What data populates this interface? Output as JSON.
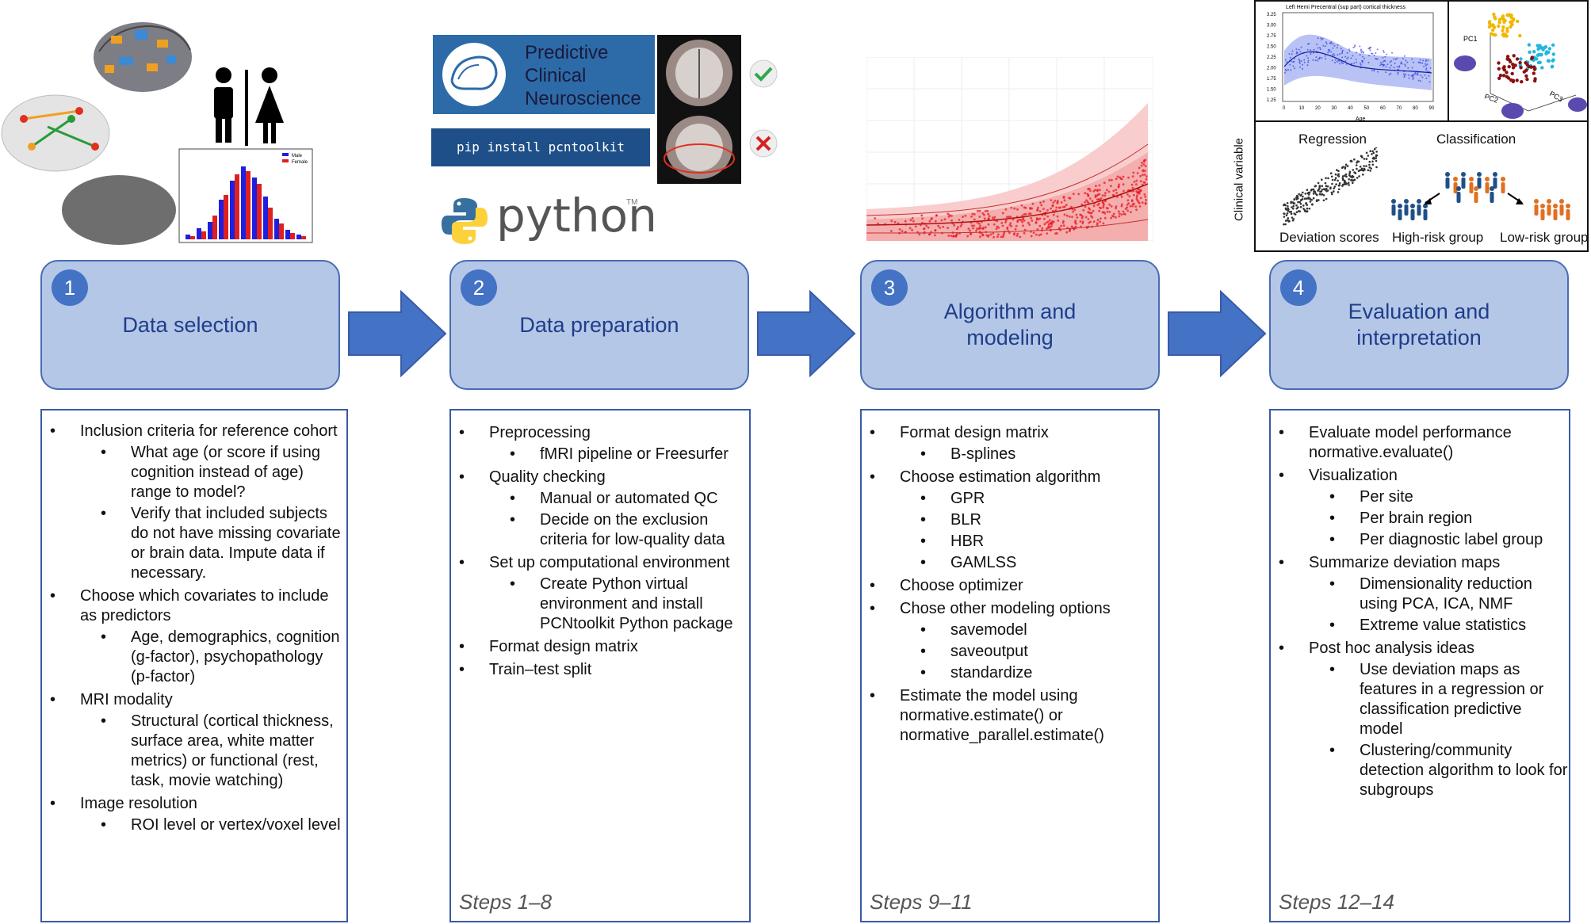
{
  "stages": [
    {
      "number": "1",
      "title": "Data selection"
    },
    {
      "number": "2",
      "title": "Data preparation"
    },
    {
      "number": "3",
      "title": "Algorithm and modeling"
    },
    {
      "number": "4",
      "title": "Evaluation and interpretation"
    }
  ],
  "panel1": {
    "items": [
      {
        "level": 1,
        "text": "Inclusion criteria for reference cohort"
      },
      {
        "level": 2,
        "text": "What age (or score if using cognition instead of age) range to model?"
      },
      {
        "level": 2,
        "text": "Verify that included subjects do not have missing covariate or brain data. Impute data if necessary."
      },
      {
        "level": 1,
        "text": "Choose which covariates to include as predictors"
      },
      {
        "level": 2,
        "text": "Age, demographics, cognition (g-factor), psychopathology (p-factor)"
      },
      {
        "level": 1,
        "text": "MRI modality"
      },
      {
        "level": 2,
        "text": "Structural (cortical thickness, surface area, white matter metrics) or functional (rest, task, movie watching)"
      },
      {
        "level": 1,
        "text": "Image resolution"
      },
      {
        "level": 2,
        "text": "ROI level or vertex/voxel level"
      }
    ]
  },
  "panel2": {
    "items": [
      {
        "level": 1,
        "text": "Preprocessing"
      },
      {
        "level": 2,
        "text": "fMRI pipeline or Freesurfer"
      },
      {
        "level": 1,
        "text": "Quality checking"
      },
      {
        "level": 2,
        "text": "Manual or automated QC"
      },
      {
        "level": 2,
        "text": "Decide on the exclusion criteria for low-quality data"
      },
      {
        "level": 1,
        "text": "Set up computational environment"
      },
      {
        "level": 2,
        "text": "Create Python virtual environment and install PCNtoolkit Python package"
      },
      {
        "level": 1,
        "text": "Format design matrix"
      },
      {
        "level": 1,
        "text": "Train–test split"
      }
    ],
    "steps": "Steps 1–8"
  },
  "panel3": {
    "items": [
      {
        "level": 1,
        "text": "Format design matrix"
      },
      {
        "level": 2,
        "text": "B-splines"
      },
      {
        "level": 1,
        "text": "Choose estimation algorithm"
      },
      {
        "level": 2,
        "text": "GPR"
      },
      {
        "level": 2,
        "text": "BLR"
      },
      {
        "level": 2,
        "text": "HBR"
      },
      {
        "level": 2,
        "text": "GAMLSS"
      },
      {
        "level": 1,
        "text": "Choose optimizer"
      },
      {
        "level": 1,
        "text": "Chose other modeling options"
      },
      {
        "level": 2,
        "text": "savemodel"
      },
      {
        "level": 2,
        "text": "saveoutput"
      },
      {
        "level": 2,
        "text": "standardize"
      },
      {
        "level": 1,
        "text": "Estimate the model using normative.estimate() or normative_parallel.estimate()"
      }
    ],
    "steps": "Steps 9–11"
  },
  "panel4": {
    "items": [
      {
        "level": 1,
        "text": "Evaluate model performance normative.evaluate()"
      },
      {
        "level": 1,
        "text": "Visualization"
      },
      {
        "level": 2,
        "text": "Per site"
      },
      {
        "level": 2,
        "text": "Per brain region"
      },
      {
        "level": 2,
        "text": "Per diagnostic label group"
      },
      {
        "level": 1,
        "text": "Summarize deviation maps"
      },
      {
        "level": 2,
        "text": "Dimensionality reduction using PCA, ICA, NMF"
      },
      {
        "level": 2,
        "text": "Extreme value statistics"
      },
      {
        "level": 1,
        "text": "Post hoc analysis ideas"
      },
      {
        "level": 2,
        "text": "Use deviation maps as features in a regression or classification predictive model"
      },
      {
        "level": 2,
        "text": "Clustering/community detection algorithm to look for subgroups"
      }
    ],
    "steps": "Steps 12–14"
  },
  "pcn": {
    "line1": "Predictive",
    "line2": "Clinical",
    "line3": "Neuroscience",
    "pip": "pip install pcntoolkit",
    "python": "python",
    "tm": "TM"
  },
  "histogram_legend": {
    "male": "Male",
    "female": "Female"
  },
  "thickness_plot": {
    "title": "Left Hemi Precentral (sup part) cortical thickness",
    "xlabel": "Age",
    "yticks": [
      "3.25",
      "3.00",
      "2.75",
      "2.50",
      "2.25",
      "2.00",
      "1.75",
      "1.50",
      "1.25"
    ],
    "xticks": [
      "0",
      "10",
      "20",
      "30",
      "40",
      "50",
      "60",
      "70",
      "80",
      "90"
    ]
  },
  "pca_plot": {
    "pc1": "PC1",
    "pc2": "PC2",
    "pc3": "PC3"
  },
  "clinical": {
    "ylabel": "Clinical variable",
    "regression": "Regression",
    "classification": "Classification",
    "deviation": "Deviation scores",
    "high": "High-risk group",
    "low": "Low-risk group"
  },
  "colors": {
    "stage_fill": "#b4c7e7",
    "stage_border": "#4a6bb3",
    "arrow": "#4472c4",
    "number": "#4472c4",
    "male": "#1f1fe0",
    "female": "#e01f1f"
  }
}
